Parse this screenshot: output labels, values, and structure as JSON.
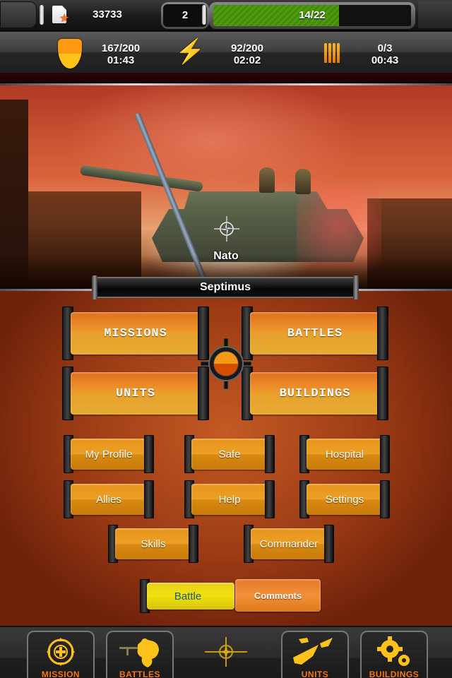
{
  "topbar": {
    "coins_icon": "document-star-icon",
    "coins": "33733",
    "level": "2",
    "xp": {
      "label": "14/22",
      "current": 14,
      "max": 22,
      "fill_color": "#4f9a0e"
    }
  },
  "resources": {
    "health": {
      "icon": "shield-icon",
      "value": "167/200",
      "timer": "01:43",
      "color": "#ffa010"
    },
    "energy": {
      "icon": "lightning-bolt-icon",
      "value": "92/200",
      "timer": "02:02",
      "color": "#ffb31a"
    },
    "ammo": {
      "icon": "ammo-icon",
      "value": "0/3",
      "timer": "00:43",
      "color": "#ff9a10"
    }
  },
  "hero": {
    "faction_label": "Nato",
    "faction_icon": "nato-emblem-icon"
  },
  "player": {
    "name": "Septimus"
  },
  "main_menu": {
    "primary": [
      {
        "id": "missions",
        "label": "MISSIONS"
      },
      {
        "id": "battles",
        "label": "BATTLES"
      },
      {
        "id": "units",
        "label": "UNITS"
      },
      {
        "id": "buildings",
        "label": "BUILDINGS"
      }
    ],
    "secondary": [
      {
        "id": "my-profile",
        "label": "My Profile"
      },
      {
        "id": "safe",
        "label": "Safe"
      },
      {
        "id": "hospital",
        "label": "Hospital"
      },
      {
        "id": "allies",
        "label": "Allies"
      },
      {
        "id": "help",
        "label": "Help"
      },
      {
        "id": "settings",
        "label": "Settings"
      },
      {
        "id": "skills",
        "label": "Skills"
      },
      {
        "id": "commander",
        "label": "Commander"
      }
    ],
    "toggle": {
      "battle_label": "Battle",
      "comments_label": "Comments",
      "active": "battle"
    }
  },
  "bottom_nav": {
    "items": [
      {
        "id": "mission",
        "label": "MISSION",
        "icon": "crosshair-plus-icon"
      },
      {
        "id": "battles",
        "label": "BATTLES",
        "icon": "soldier-rifle-icon"
      },
      {
        "id": "units",
        "label": "UNITS",
        "icon": "jets-icon"
      },
      {
        "id": "buildings",
        "label": "BUILDINGS",
        "icon": "gears-icon"
      }
    ],
    "center_icon": "compass-emblem-icon",
    "label_color": "#ff7a10",
    "icon_color": "#ffc21a"
  },
  "colors": {
    "accent_orange": "#f0962c",
    "panel_red": "#b44a1c",
    "battle_toggle": "#f0e010",
    "battle_text": "#1a5a7a"
  }
}
